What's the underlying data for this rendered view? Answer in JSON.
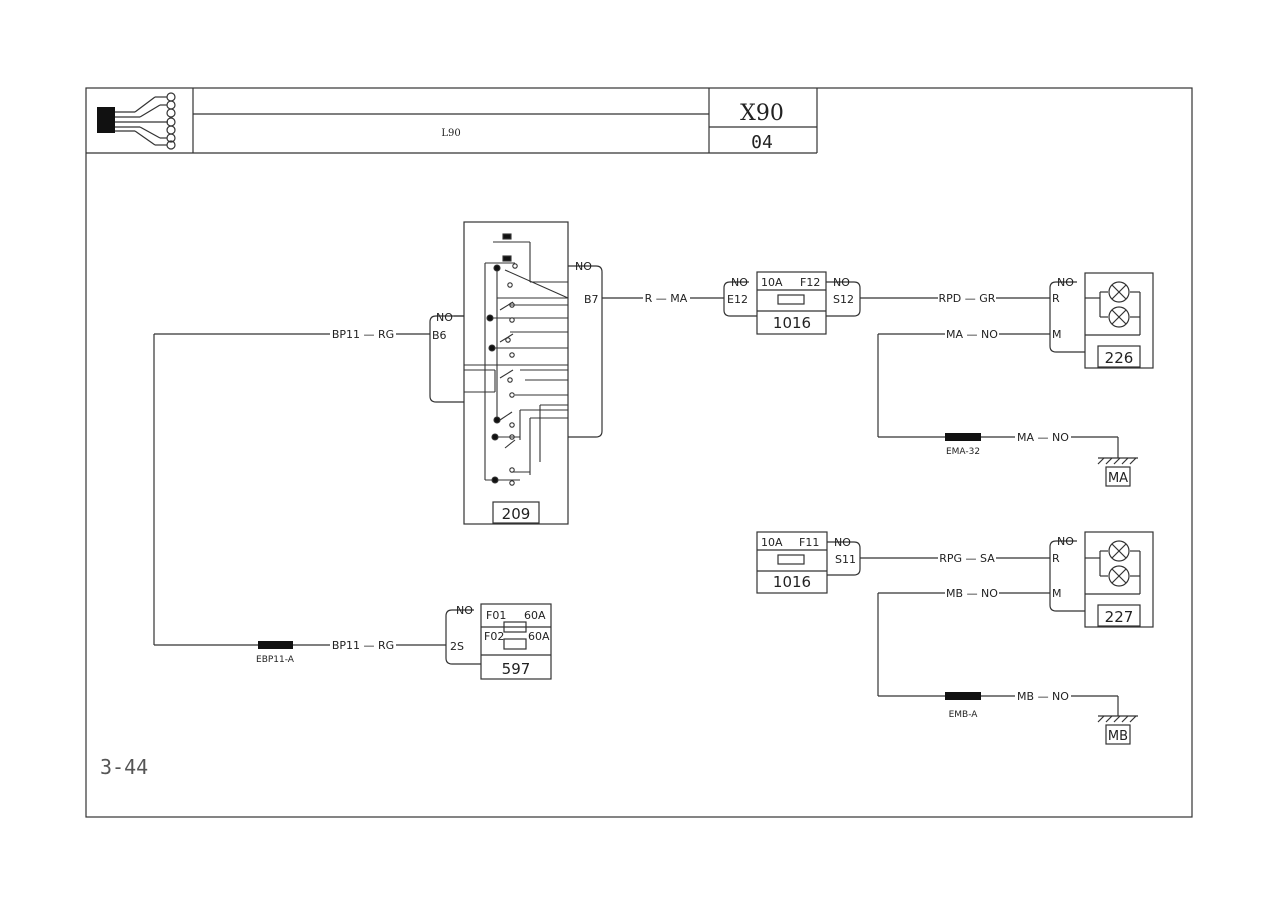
{
  "title_block": {
    "vehicle_code": "X90",
    "revision": "04",
    "model_label": "L90"
  },
  "page_code": "3-44",
  "components": {
    "switch_unit": {
      "id": "209",
      "pin_b6": "B6",
      "pin_b7": "B7",
      "no_b6": "NO",
      "no_b7": "NO"
    },
    "fuse_box_597": {
      "id": "597",
      "pin": "2S",
      "no": "NO",
      "fuse1": "F01",
      "fuse1_rating": "60A",
      "fuse2": "F02",
      "fuse2_rating": "60A"
    },
    "fuse_1016_top": {
      "id": "1016",
      "rating": "10A",
      "fuse": "F12",
      "pin_in": "E12",
      "pin_out": "S12",
      "no_in": "NO",
      "no_out": "NO"
    },
    "fuse_1016_bottom": {
      "id": "1016",
      "rating": "10A",
      "fuse": "F11",
      "pin_out": "S11",
      "no_out": "NO"
    },
    "lamp_226": {
      "id": "226",
      "pin_r": "R",
      "pin_m": "M",
      "no": "NO"
    },
    "lamp_227": {
      "id": "227",
      "pin_r": "R",
      "pin_m": "M",
      "no": "NO"
    }
  },
  "wires": {
    "bp11_top": "BP11 — RG",
    "bp11_bottom": "BP11 — RG",
    "r_ma": "R — MA",
    "rpd_gr": "RPD — GR",
    "ma_no_226": "MA — NO",
    "ma_no_ground": "MA — NO",
    "rpg_sa": "RPG — SA",
    "mb_no_227": "MB — NO",
    "mb_no_ground": "MB — NO"
  },
  "splices": {
    "ebp11": "EBP11-A",
    "ema": "EMA-32",
    "emb": "EMB-A"
  },
  "grounds": {
    "ma": "MA",
    "mb": "MB"
  }
}
